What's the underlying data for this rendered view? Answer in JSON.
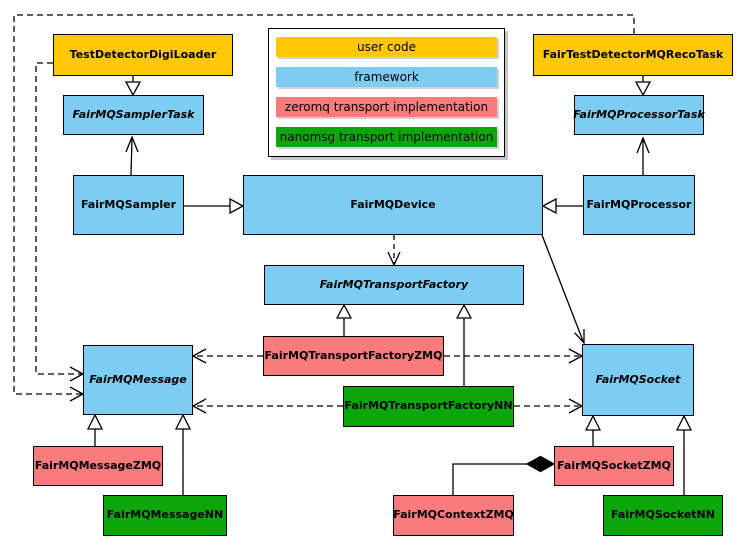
{
  "legend": {
    "items": [
      {
        "id": "user-code",
        "label": "user code",
        "color": "#FFC805"
      },
      {
        "id": "framework",
        "label": "framework",
        "color": "#7DCDF2"
      },
      {
        "id": "zeromq",
        "label": "zeromq transport implementation",
        "color": "#F97B7B"
      },
      {
        "id": "nanomsg",
        "label": "nanomsg transport implementation",
        "color": "#0AA60A"
      }
    ]
  },
  "nodes": {
    "digiLoader": {
      "label": "TestDetectorDigiLoader",
      "category": "user-code",
      "abstract": false
    },
    "recoTask": {
      "label": "FairTestDetectorMQRecoTask",
      "category": "user-code",
      "abstract": false
    },
    "samplerTask": {
      "label": "FairMQSamplerTask",
      "category": "framework",
      "abstract": true
    },
    "processorTask": {
      "label": "FairMQProcessorTask",
      "category": "framework",
      "abstract": true
    },
    "sampler": {
      "label": "FairMQSampler",
      "category": "framework",
      "abstract": false
    },
    "device": {
      "label": "FairMQDevice",
      "category": "framework",
      "abstract": false
    },
    "processor": {
      "label": "FairMQProcessor",
      "category": "framework",
      "abstract": false
    },
    "transportFactory": {
      "label": "FairMQTransportFactory",
      "category": "framework",
      "abstract": true
    },
    "factoryZMQ": {
      "label": "FairMQTransportFactoryZMQ",
      "category": "zeromq",
      "abstract": false
    },
    "factoryNN": {
      "label": "FairMQTransportFactoryNN",
      "category": "nanomsg",
      "abstract": false
    },
    "message": {
      "label": "FairMQMessage",
      "category": "framework",
      "abstract": true
    },
    "socket": {
      "label": "FairMQSocket",
      "category": "framework",
      "abstract": true
    },
    "messageZMQ": {
      "label": "FairMQMessageZMQ",
      "category": "zeromq",
      "abstract": false
    },
    "messageNN": {
      "label": "FairMQMessageNN",
      "category": "nanomsg",
      "abstract": false
    },
    "socketZMQ": {
      "label": "FairMQSocketZMQ",
      "category": "zeromq",
      "abstract": false
    },
    "contextZMQ": {
      "label": "FairMQContextZMQ",
      "category": "zeromq",
      "abstract": false
    },
    "socketNN": {
      "label": "FairMQSocketNN",
      "category": "nanomsg",
      "abstract": false
    }
  },
  "edges": [
    {
      "from": "TestDetectorDigiLoader",
      "to": "FairMQSamplerTask",
      "type": "inheritance"
    },
    {
      "from": "FairTestDetectorMQRecoTask",
      "to": "FairMQProcessorTask",
      "type": "inheritance"
    },
    {
      "from": "FairMQSampler",
      "to": "FairMQSamplerTask",
      "type": "association"
    },
    {
      "from": "FairMQProcessor",
      "to": "FairMQProcessorTask",
      "type": "association"
    },
    {
      "from": "FairMQSampler",
      "to": "FairMQDevice",
      "type": "inheritance"
    },
    {
      "from": "FairMQProcessor",
      "to": "FairMQDevice",
      "type": "inheritance"
    },
    {
      "from": "FairMQDevice",
      "to": "FairMQTransportFactory",
      "type": "dependency"
    },
    {
      "from": "FairMQDevice",
      "to": "FairMQSocket",
      "type": "association"
    },
    {
      "from": "FairMQTransportFactoryZMQ",
      "to": "FairMQTransportFactory",
      "type": "inheritance"
    },
    {
      "from": "FairMQTransportFactoryNN",
      "to": "FairMQTransportFactory",
      "type": "inheritance"
    },
    {
      "from": "FairMQTransportFactoryZMQ",
      "to": "FairMQMessage",
      "type": "dependency"
    },
    {
      "from": "FairMQTransportFactoryNN",
      "to": "FairMQMessage",
      "type": "dependency"
    },
    {
      "from": "FairMQTransportFactoryZMQ",
      "to": "FairMQSocket",
      "type": "dependency"
    },
    {
      "from": "FairMQTransportFactoryNN",
      "to": "FairMQSocket",
      "type": "dependency"
    },
    {
      "from": "TestDetectorDigiLoader",
      "to": "FairMQMessage",
      "type": "dependency"
    },
    {
      "from": "FairTestDetectorMQRecoTask",
      "to": "FairMQMessage",
      "type": "dependency"
    },
    {
      "from": "FairMQMessageZMQ",
      "to": "FairMQMessage",
      "type": "inheritance"
    },
    {
      "from": "FairMQMessageNN",
      "to": "FairMQMessage",
      "type": "inheritance"
    },
    {
      "from": "FairMQSocketZMQ",
      "to": "FairMQSocket",
      "type": "inheritance"
    },
    {
      "from": "FairMQSocketNN",
      "to": "FairMQSocket",
      "type": "inheritance"
    },
    {
      "from": "FairMQContextZMQ",
      "to": "FairMQSocketZMQ",
      "type": "composition"
    }
  ]
}
